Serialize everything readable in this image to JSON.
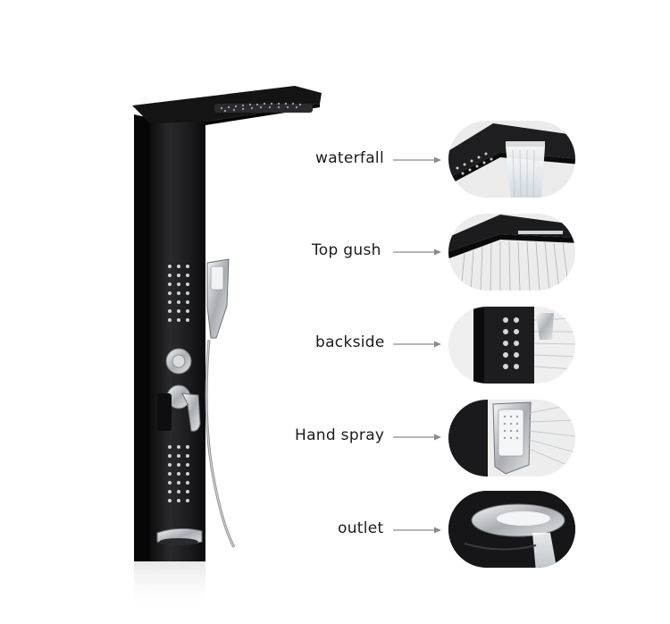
{
  "features": [
    {
      "label": "waterfall"
    },
    {
      "label": "Top gush"
    },
    {
      "label": "backside"
    },
    {
      "label": "Hand spray"
    },
    {
      "label": "outlet"
    }
  ],
  "colors": {
    "panel": "#1c1c1e",
    "chrome": "#c9ccd0",
    "arrow": "#8a8a8a",
    "water": "#e8eef3"
  }
}
